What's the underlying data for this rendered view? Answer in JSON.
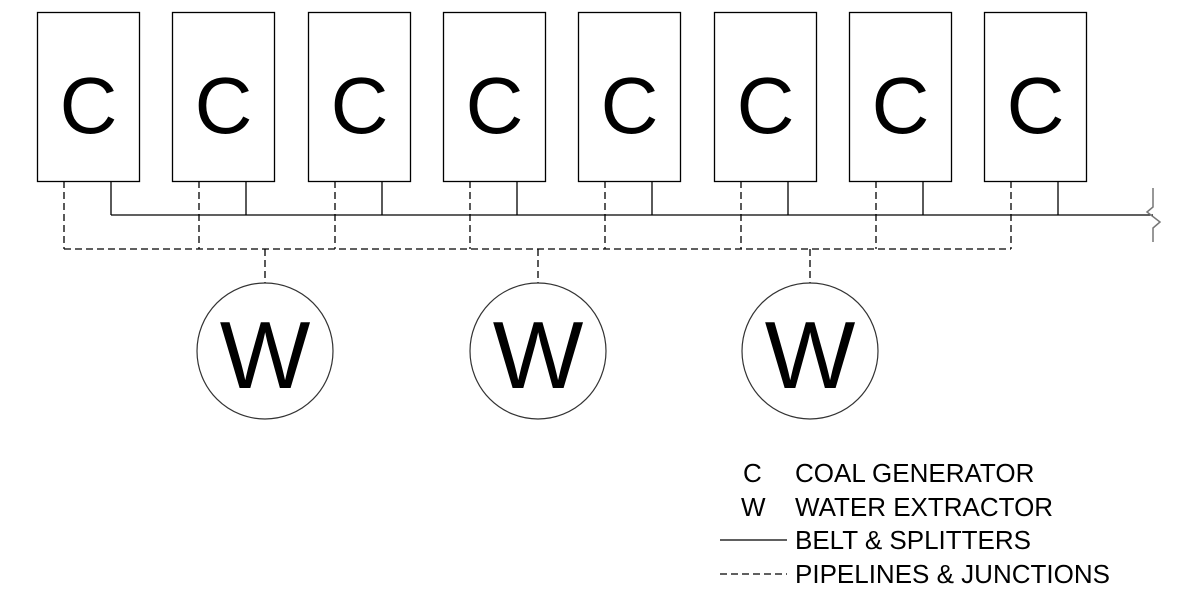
{
  "diagram": {
    "generators": [
      {
        "label": "C"
      },
      {
        "label": "C"
      },
      {
        "label": "C"
      },
      {
        "label": "C"
      },
      {
        "label": "C"
      },
      {
        "label": "C"
      },
      {
        "label": "C"
      },
      {
        "label": "C"
      }
    ],
    "extractors": [
      {
        "label": "W"
      },
      {
        "label": "W"
      },
      {
        "label": "W"
      }
    ],
    "colors": {
      "stroke": "#000000",
      "break_symbol": "#777777",
      "background": "#ffffff"
    }
  },
  "legend": {
    "items": [
      {
        "symbol": "C",
        "label": "COAL GENERATOR"
      },
      {
        "symbol": "W",
        "label": "WATER EXTRACTOR"
      },
      {
        "symbol": "solid-line",
        "label": "BELT & SPLITTERS"
      },
      {
        "symbol": "dashed-line",
        "label": "PIPELINES & JUNCTIONS"
      }
    ]
  }
}
